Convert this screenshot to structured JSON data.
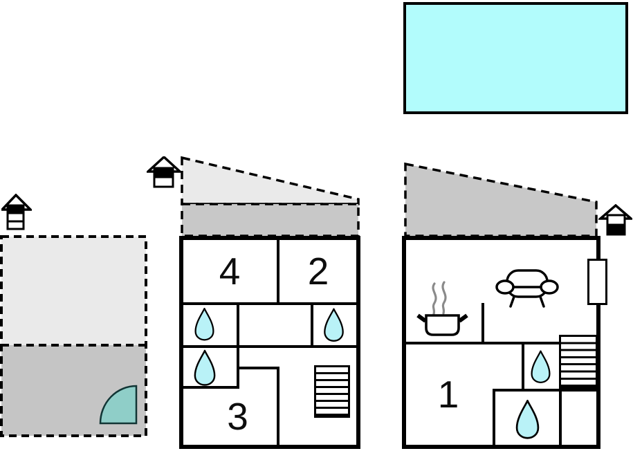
{
  "colors": {
    "pool_fill": "#b2fcfc",
    "drop_fill": "#b9f2f7",
    "shower_fill": "#8fcec8",
    "roof_light": "#eaeaea",
    "roof_dark": "#c8c8c8",
    "lower_fill": "#c5c5c5",
    "line": "#000000",
    "steam": "#8a8a8a"
  },
  "pool": {
    "icon": "swimming-pool"
  },
  "sections": {
    "left": {
      "icons": [
        "chimney-icon",
        "corner-shower-icon"
      ]
    },
    "middle": {
      "rooms": [
        {
          "number": "4"
        },
        {
          "number": "2"
        },
        {
          "number": "3"
        }
      ],
      "icons": [
        "chimney-icon",
        "water-drop-icon",
        "water-drop-icon",
        "water-drop-icon",
        "staircase"
      ]
    },
    "right": {
      "rooms": [
        {
          "number": "1"
        }
      ],
      "icons": [
        "chimney-icon",
        "cooking-pot-icon",
        "sofa-icon",
        "window",
        "water-drop-icon",
        "water-drop-icon",
        "staircase"
      ]
    }
  }
}
